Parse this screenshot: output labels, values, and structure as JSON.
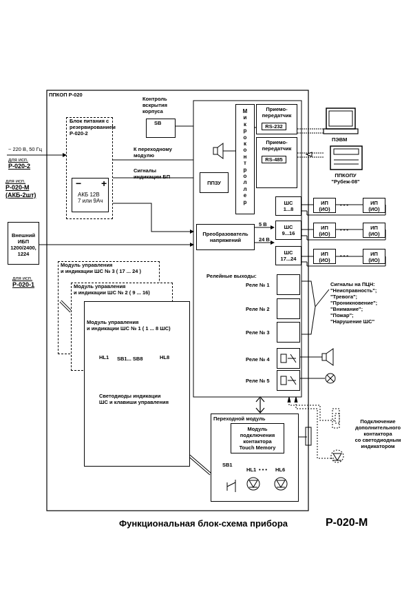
{
  "caption": {
    "main": "Функциональная блок-схема прибора",
    "model": "Р-020-М"
  },
  "device_title": "ППКОП Р-020",
  "power": {
    "mains": "~ 220 В, 50 Гц",
    "for1": "для исп.",
    "ver1": "Р-020-2",
    "for2": "для исп.",
    "ver2": "Р-020-М",
    "ver2b": "(АКБ-2шт)",
    "ext_ups": "Внешний\nИБП\n1200/2400,\n1224",
    "for3": "для исп.",
    "ver3": "Р-020-1"
  },
  "psu": {
    "title": "Блок питания с\nрезервированием\nР-020-2",
    "to_transition": "К переходному\nмодулю",
    "signals": "Сигналы\nиндикации БП",
    "battery": "АКБ 12В\n7 или 9Ач",
    "minus": "−",
    "plus": "+"
  },
  "tamper": {
    "label": "Контроль\nвскрытия\nкорпуса",
    "sb": "SB"
  },
  "micro": "М\nи\nк\nр\nо\nк\nо\nн\nт\nр\nо\nл\nл\nе\nр",
  "ppzu": "ППЗУ",
  "rs232": {
    "label": "Приемо-\nпередатчик",
    "iface": "RS-232",
    "pc": "ПЭВМ"
  },
  "rs485": {
    "label": "Приемо-\nпередатчик",
    "iface": "RS-485",
    "ppkopu": "ППКОПУ\n\"Рубеж-08\""
  },
  "zones": [
    {
      "label": "ШС\n1...8"
    },
    {
      "label": "ШС\n9...16"
    },
    {
      "label": "ШС\n17...24"
    }
  ],
  "detector": "ИП\n(ИО)",
  "converter": {
    "label": "Преобразователь\nнапряжений",
    "v5": "5 В",
    "v24": "24 В"
  },
  "relays": {
    "title": "Релейные выходы:",
    "items": [
      "Реле № 1",
      "Реле № 2",
      "Реле № 3",
      "Реле № 4",
      "Реле № 5"
    ],
    "signals": "Сигналы на ПЦН:\n\"Неисправность\";\n\"Тревога\";\n\"Проникновение\";\n\"Внимание\";\n\"Пожар\";\n\"Нарушение ШС\""
  },
  "modules": {
    "m3": "Модуль управления\nи индикации ШС № 3 ( 17 ... 24 )",
    "m2": "Модуль управления\nи индикации ШС № 2 ( 9 ... 16)",
    "m1": "Модуль управления\nи индикации ШС № 1 ( 1 ... 8 ШС)",
    "hl1": "HL1",
    "sb1sb8": "SB1... SB8",
    "hl8": "HL8",
    "leds": "Светодиоды индикации\nШС и клавиши управления"
  },
  "transition": {
    "title": "Переходной модуль",
    "tm": "Модуль\nподключения\nконтактора\nTouch Memory",
    "sb1": "SB1",
    "hl1": "HL1",
    "hl6": "HL6",
    "dots": "• • •"
  },
  "ext_contactor": "Подключение\nдополнительного\nконтактора\nсо светодиодным\nиндикатором"
}
